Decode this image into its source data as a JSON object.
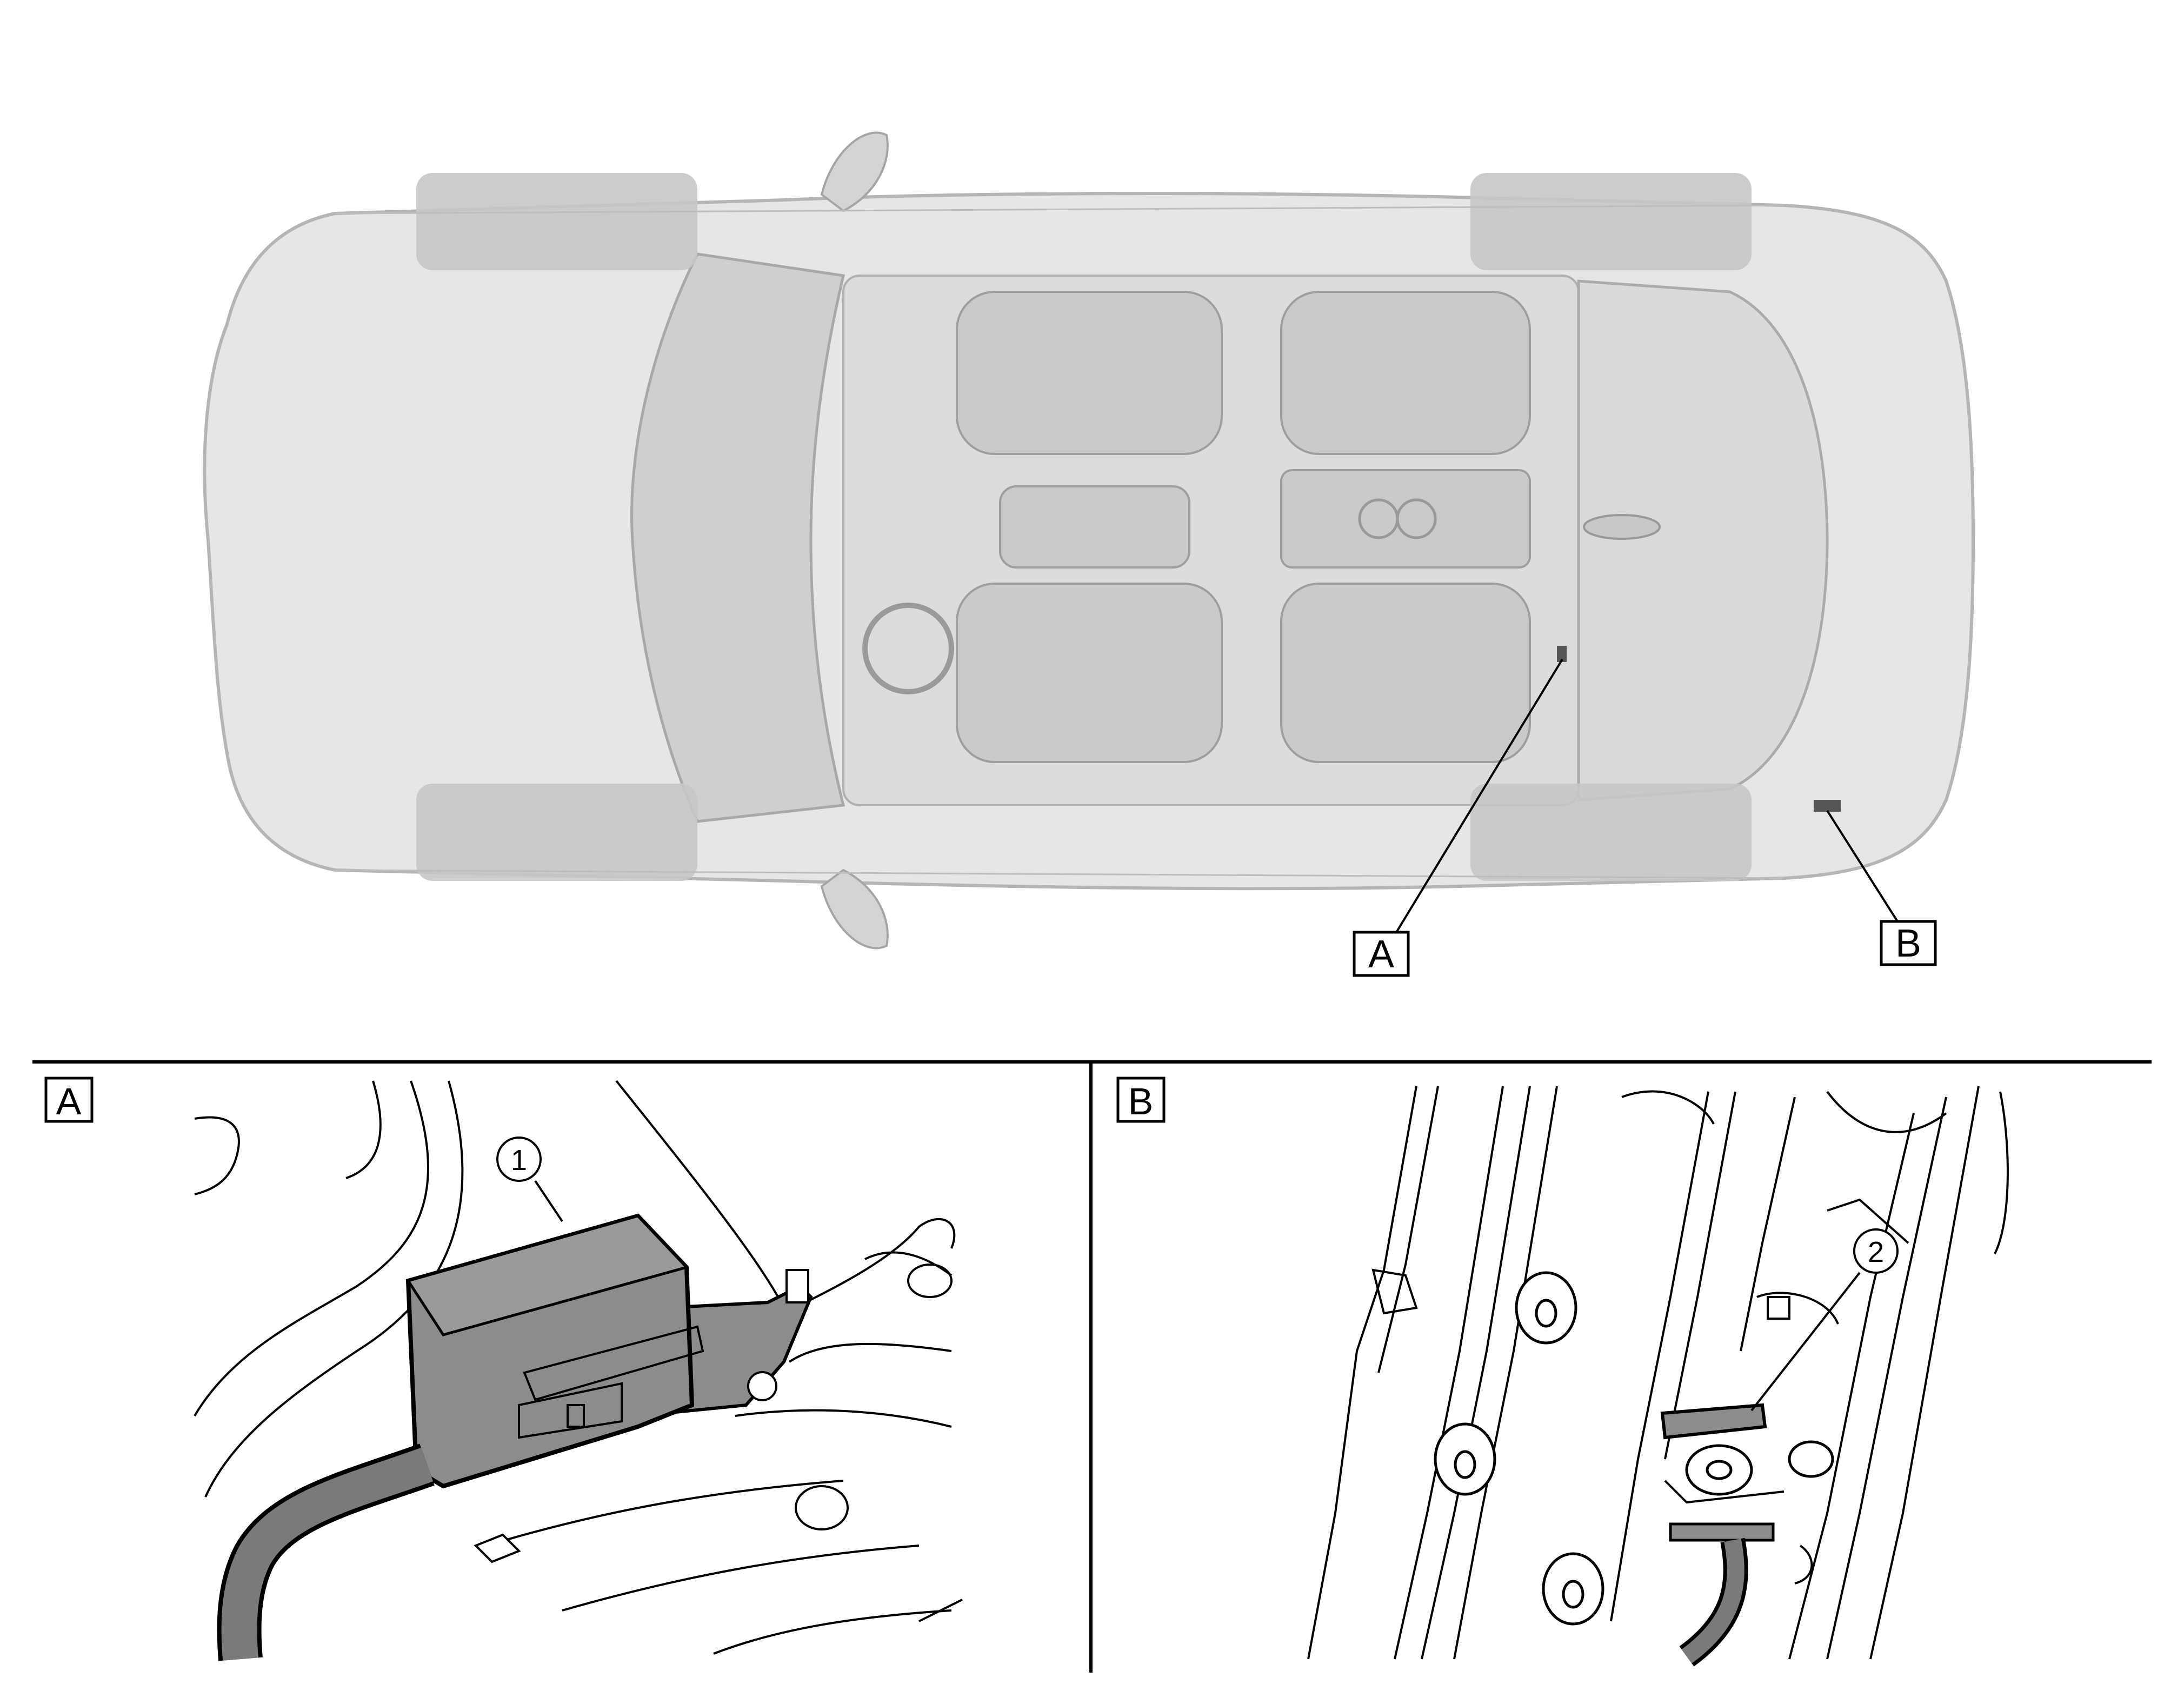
{
  "locator_labels": {
    "a": "A",
    "b": "B"
  },
  "panels": {
    "a": {
      "label": "A",
      "callout": "1"
    },
    "b": {
      "label": "B",
      "callout": "2"
    }
  },
  "colors": {
    "line": "#000000",
    "car_body": "#e4e4e4",
    "car_shadow": "#c9c9c9",
    "component": "#8c8c8c",
    "cable": "#7a7a7a"
  }
}
